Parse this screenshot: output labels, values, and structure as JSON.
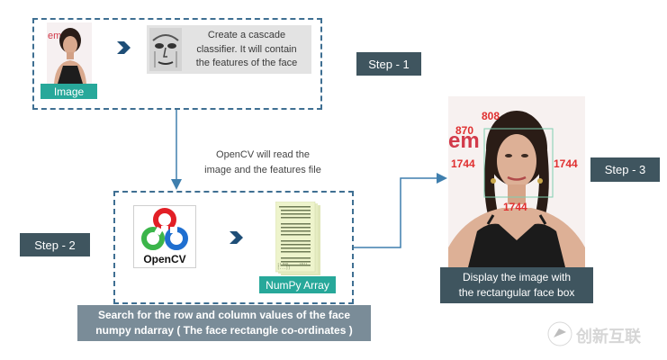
{
  "step1": {
    "image_label": "Image",
    "classifier_text": [
      "Create a cascade",
      "classifier. It will contain",
      "the features of the face"
    ],
    "tag": "Step - 1"
  },
  "note": [
    "OpenCV will read the",
    "image and the features file"
  ],
  "step2": {
    "tag": "Step - 2",
    "opencv_label": "OpenCV",
    "numpy_label": "NumPy Array",
    "numpy_cells": [
      "[[104 ... 242]",
      " [...]]"
    ],
    "banner": [
      "Search for the row and column values of the face",
      "numpy ndarray ( The face rectangle co-ordinates )"
    ]
  },
  "step3": {
    "tag": "Step - 3",
    "caption": [
      "Display the image with",
      "the rectangular face box"
    ],
    "sign_text": "em",
    "labels": {
      "top": "808",
      "left_top": "870",
      "left": "1744",
      "right": "1744",
      "bottom": "1744"
    }
  },
  "watermark": {
    "text": "创新互联"
  },
  "colors": {
    "dash": "#3f6f92",
    "tag": "#3f555f",
    "teal": "#27a89a",
    "banner": "#7a8c98",
    "arrow": "#3f7fae",
    "red": "#e03030"
  }
}
